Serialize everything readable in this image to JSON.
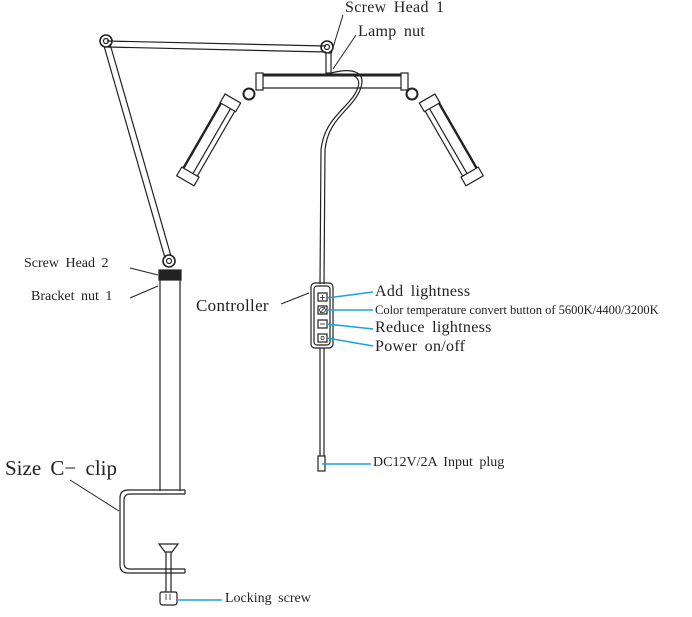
{
  "diagram": {
    "title": "Clamp lamp parts diagram",
    "colors": {
      "line": "#222222",
      "leader_accent": "#1aa3d8",
      "background": "#ffffff"
    },
    "labels": {
      "screw_head_1": "Screw  Head  1",
      "lamp_nut": "Lamp  nut",
      "screw_head_2": "Screw  Head  2",
      "bracket_nut_1": "Bracket  nut  1",
      "controller": "Controller",
      "add_lightness": "Add  lightness",
      "color_temp": "Color temperature convert button of 5600K/4400/3200K",
      "reduce_lightness": "Reduce  lightness",
      "power": "Power  on/off",
      "input_plug": "DC12V/2A  Input  plug",
      "c_clip": "Size  C−  clip",
      "locking_screw": "Locking  screw"
    },
    "controller_buttons": [
      {
        "icon": "plus-icon",
        "glyph": "+"
      },
      {
        "icon": "color-temperature-icon",
        "glyph": "⌀"
      },
      {
        "icon": "minus-icon",
        "glyph": "−"
      },
      {
        "icon": "power-icon",
        "glyph": "⏻"
      }
    ]
  }
}
